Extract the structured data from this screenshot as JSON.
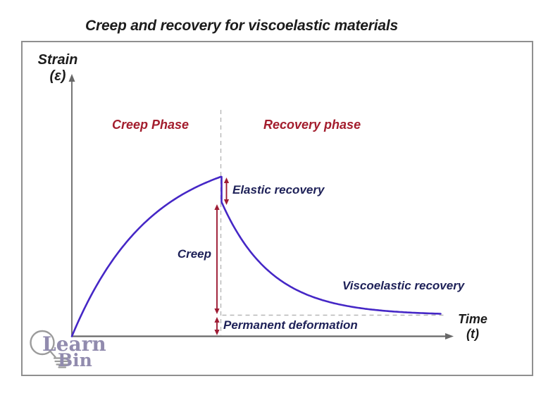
{
  "title": "Creep and recovery for viscoelastic materials",
  "colors": {
    "title_text": "#1c1c1c",
    "axis": "#686868",
    "frame_border": "#8f8f8f",
    "curve": "#4527c6",
    "phase_label": "#a31d2d",
    "annotation_label": "#1e2158",
    "arrow": "#9e1c34",
    "dashed_line": "#b7b7b7",
    "logo_text": "#918bae",
    "logo_bulb": "#9b9b9b"
  },
  "axes": {
    "y_label_line1": "Strain",
    "y_label_line2": "(ε)",
    "x_label_line1": "Time",
    "x_label_line2": "(t)"
  },
  "phases": {
    "creep": "Creep Phase",
    "recovery": "Recovery phase"
  },
  "annotations": {
    "elastic_recovery": "Elastic recovery",
    "creep": "Creep",
    "viscoelastic_recovery": "Viscoelastic recovery",
    "permanent_deformation": "Permanent deformation"
  },
  "logo": {
    "line1": "Learn",
    "line2": "Bin",
    "icon": "lightbulb-icon"
  },
  "chart_data": {
    "type": "line",
    "title": "Creep and recovery for viscoelastic materials",
    "xlabel": "Time (t)",
    "ylabel": "Strain (ε)",
    "axes_numeric": false,
    "grid": false,
    "legend": "none",
    "x_range_frac": [
      0,
      1
    ],
    "strain_range_frac": [
      0,
      1
    ],
    "annotations": [
      "Creep Phase",
      "Recovery phase",
      "Elastic recovery",
      "Creep",
      "Viscoelastic recovery",
      "Permanent deformation"
    ],
    "series": [
      {
        "name": "strain-curve",
        "segments": [
          {
            "phase": "creep",
            "model": "saturating-exponential",
            "x_start_frac": 0.0,
            "x_end_frac": 0.395,
            "strain_start_frac": 0.0,
            "strain_end_frac": 1.0,
            "tau_frac": 0.205
          },
          {
            "phase": "elastic-recovery",
            "model": "instant-drop",
            "x_frac": 0.397,
            "strain_from_frac": 1.0,
            "strain_to_frac": 0.832
          },
          {
            "phase": "viscoelastic-recovery",
            "model": "decaying-exponential",
            "x_start_frac": 0.399,
            "x_end_frac": 0.98,
            "strain_start_frac": 0.832,
            "asymptote_frac": 0.132,
            "tau_frac": 0.131
          }
        ]
      }
    ],
    "key_levels_frac": {
      "peak_strain": 1.0,
      "elastic_recovery_drop": 0.168,
      "creep_span": 0.7,
      "permanent_deformation": 0.132
    }
  }
}
